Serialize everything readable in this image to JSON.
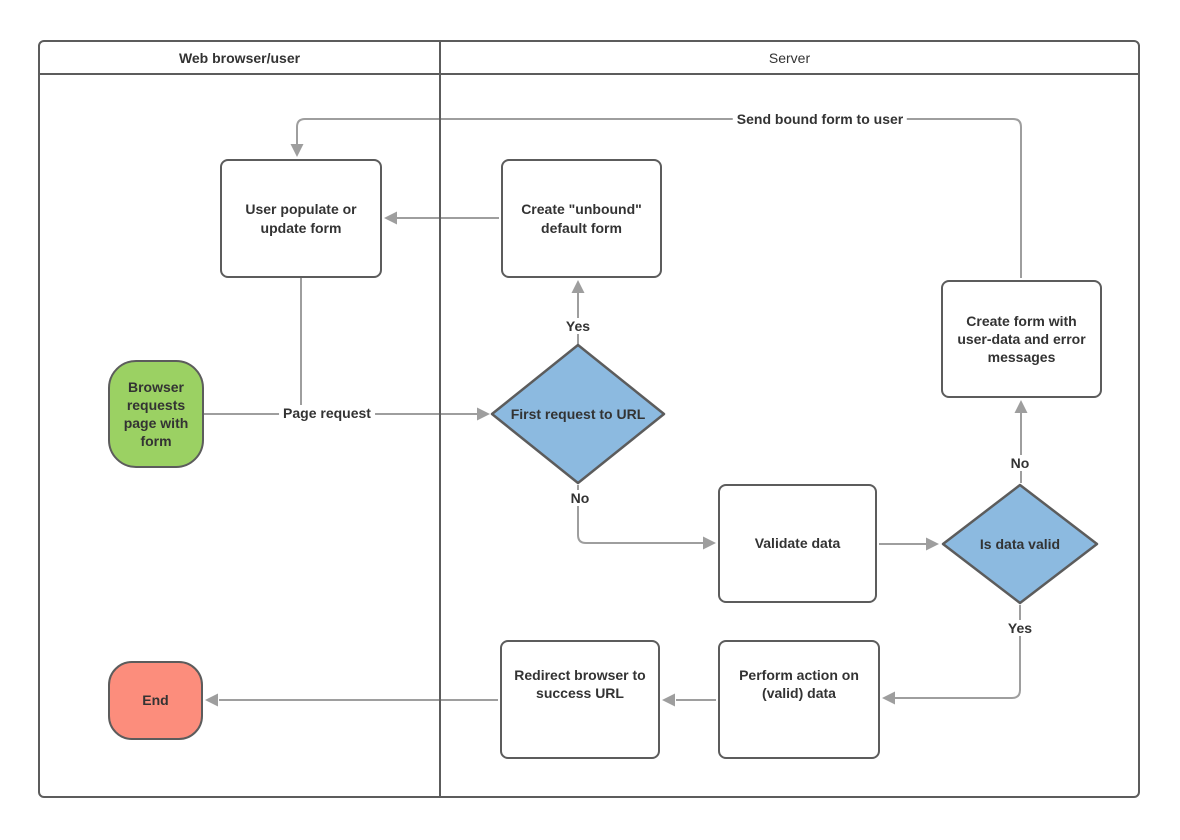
{
  "diagram": {
    "type": "flowchart-swimlane",
    "lanes": [
      {
        "label": "Web browser/user"
      },
      {
        "label": "Server"
      }
    ],
    "nodes": {
      "start": {
        "label": "Browser requests page with form",
        "shape": "terminator",
        "fill": "green"
      },
      "user_populate": {
        "label": "User populate or update form",
        "shape": "process"
      },
      "create_unbound": {
        "label": "Create \"unbound\" default form",
        "shape": "process"
      },
      "first_request": {
        "label": "First request to URL",
        "shape": "decision",
        "fill": "blue"
      },
      "validate": {
        "label": "Validate data",
        "shape": "process"
      },
      "is_valid": {
        "label": "Is data valid",
        "shape": "decision",
        "fill": "blue"
      },
      "create_bound": {
        "label": "Create form with user-data and error messages",
        "shape": "process"
      },
      "perform": {
        "label": "Perform action on (valid) data",
        "shape": "process"
      },
      "redirect": {
        "label": "Redirect browser to success URL",
        "shape": "process"
      },
      "end": {
        "label": "End",
        "shape": "terminator",
        "fill": "red"
      }
    },
    "edge_labels": {
      "page_request": "Page request",
      "yes_first": "Yes",
      "no_first": "No",
      "no_valid": "No",
      "yes_valid": "Yes",
      "send_bound": "Send bound form to user"
    },
    "colors": {
      "start_fill": "#9bd163",
      "end_fill": "#fc8d7c",
      "decision_fill": "#8cbae0",
      "node_border": "#5c5c5c",
      "connector": "#9e9e9e",
      "text": "#333333"
    }
  }
}
